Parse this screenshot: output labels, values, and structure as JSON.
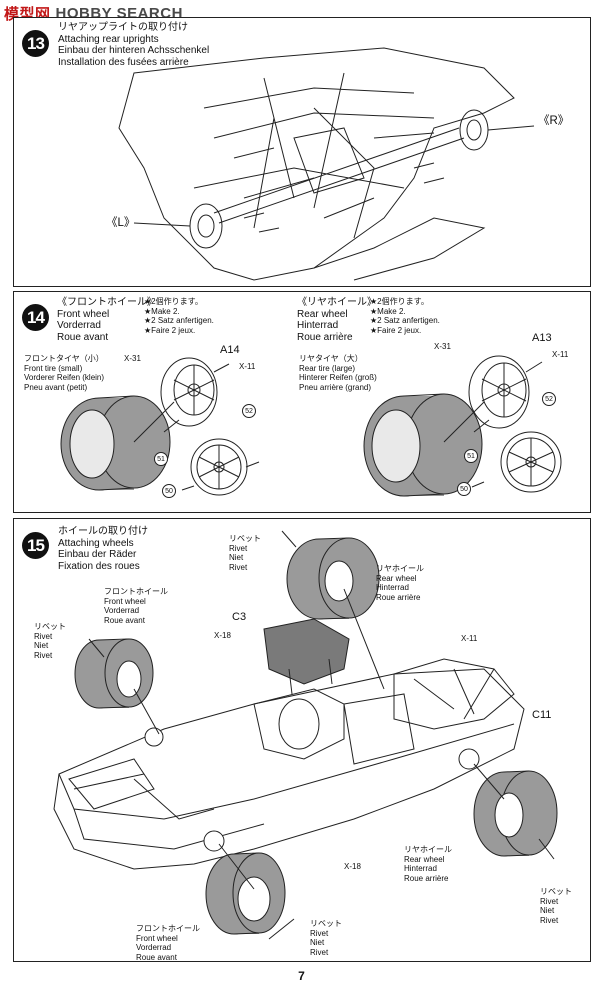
{
  "watermark": {
    "part1": "模型网",
    "part2": "HOBBY SEARCH"
  },
  "page_number": "7",
  "step13": {
    "number": "13",
    "captions": [
      "リヤアップライトの取り付け",
      "Attaching rear uprights",
      "Einbau der hinteren Achsschenkel",
      "Installation des fusées arrière"
    ],
    "right_label": "《R》",
    "left_label": "《L》"
  },
  "step14": {
    "number": "14",
    "front": {
      "title_jp": "《フロントホイール》",
      "title": [
        "Front wheel",
        "Vorderrad",
        "Roue avant"
      ],
      "make": [
        "★2個作ります。",
        "★Make 2.",
        "★2 Satz anfertigen.",
        "★Faire 2 jeux."
      ],
      "tire_label": [
        "フロントタイヤ（小）",
        "Front tire (small)",
        "Vorderer Reifen (klein)",
        "Pneu avant (petit)"
      ],
      "part_code": "A14",
      "x_labels": [
        "X-31",
        "X-11"
      ],
      "circle_parts": [
        "52",
        "51",
        "50"
      ]
    },
    "rear": {
      "title_jp": "《リヤホイール》",
      "title": [
        "Rear wheel",
        "Hinterrad",
        "Roue arrière"
      ],
      "make": [
        "★2個作ります。",
        "★Make 2.",
        "★2 Satz anfertigen.",
        "★Faire 2 jeux."
      ],
      "tire_label": [
        "リヤタイヤ（大）",
        "Rear tire (large)",
        "Hinterer Reifen (groß)",
        "Pneu arrière (grand)"
      ],
      "part_code": "A13",
      "x_labels": [
        "X-31",
        "X-11"
      ],
      "circle_parts": [
        "52",
        "51",
        "50"
      ]
    }
  },
  "step15": {
    "number": "15",
    "captions": [
      "ホイールの取り付け",
      "Attaching wheels",
      "Einbau der Räder",
      "Fixation des roues"
    ],
    "rivet_label": [
      "リベット",
      "Rivet",
      "Niet",
      "Rivet"
    ],
    "rear_wheel_label": [
      "リヤホイール",
      "Rear wheel",
      "Hinterrad",
      "Roue arrière"
    ],
    "front_wheel_label": [
      "フロントホイール",
      "Front wheel",
      "Vorderrad",
      "Roue avant"
    ],
    "parts": {
      "c3": "C3",
      "c11": "C11",
      "x18": "X-18",
      "x11": "X-11"
    }
  }
}
